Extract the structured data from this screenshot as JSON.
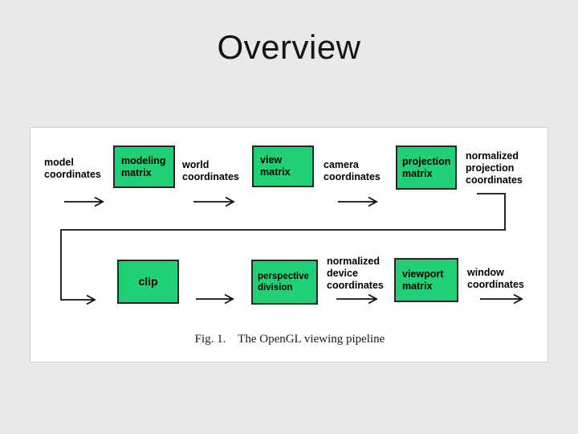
{
  "slide": {
    "title": "Overview"
  },
  "figure": {
    "caption": "Fig. 1.    The OpenGL viewing pipeline",
    "colors": {
      "page_bg": "#e9e9e9",
      "panel_bg": "#ffffff",
      "box_fill": "#1fd077",
      "box_border": "#262626",
      "line": "#111111"
    },
    "nodes": {
      "model_coords": "model\ncoordinates",
      "modeling_matrix": "modeling\nmatrix",
      "world_coords": "world\ncoordinates",
      "view_matrix": "view\nmatrix",
      "camera_coords": "camera\ncoordinates",
      "projection_matrix": "projection\nmatrix",
      "norm_proj_coords": "normalized\nprojection\ncoordinates",
      "clip": "clip",
      "perspective_division": "perspective\ndivision",
      "norm_device_coords": "normalized\ndevice\ncoordinates",
      "viewport_matrix": "viewport\nmatrix",
      "window_coords": "window\ncoordinates"
    }
  }
}
